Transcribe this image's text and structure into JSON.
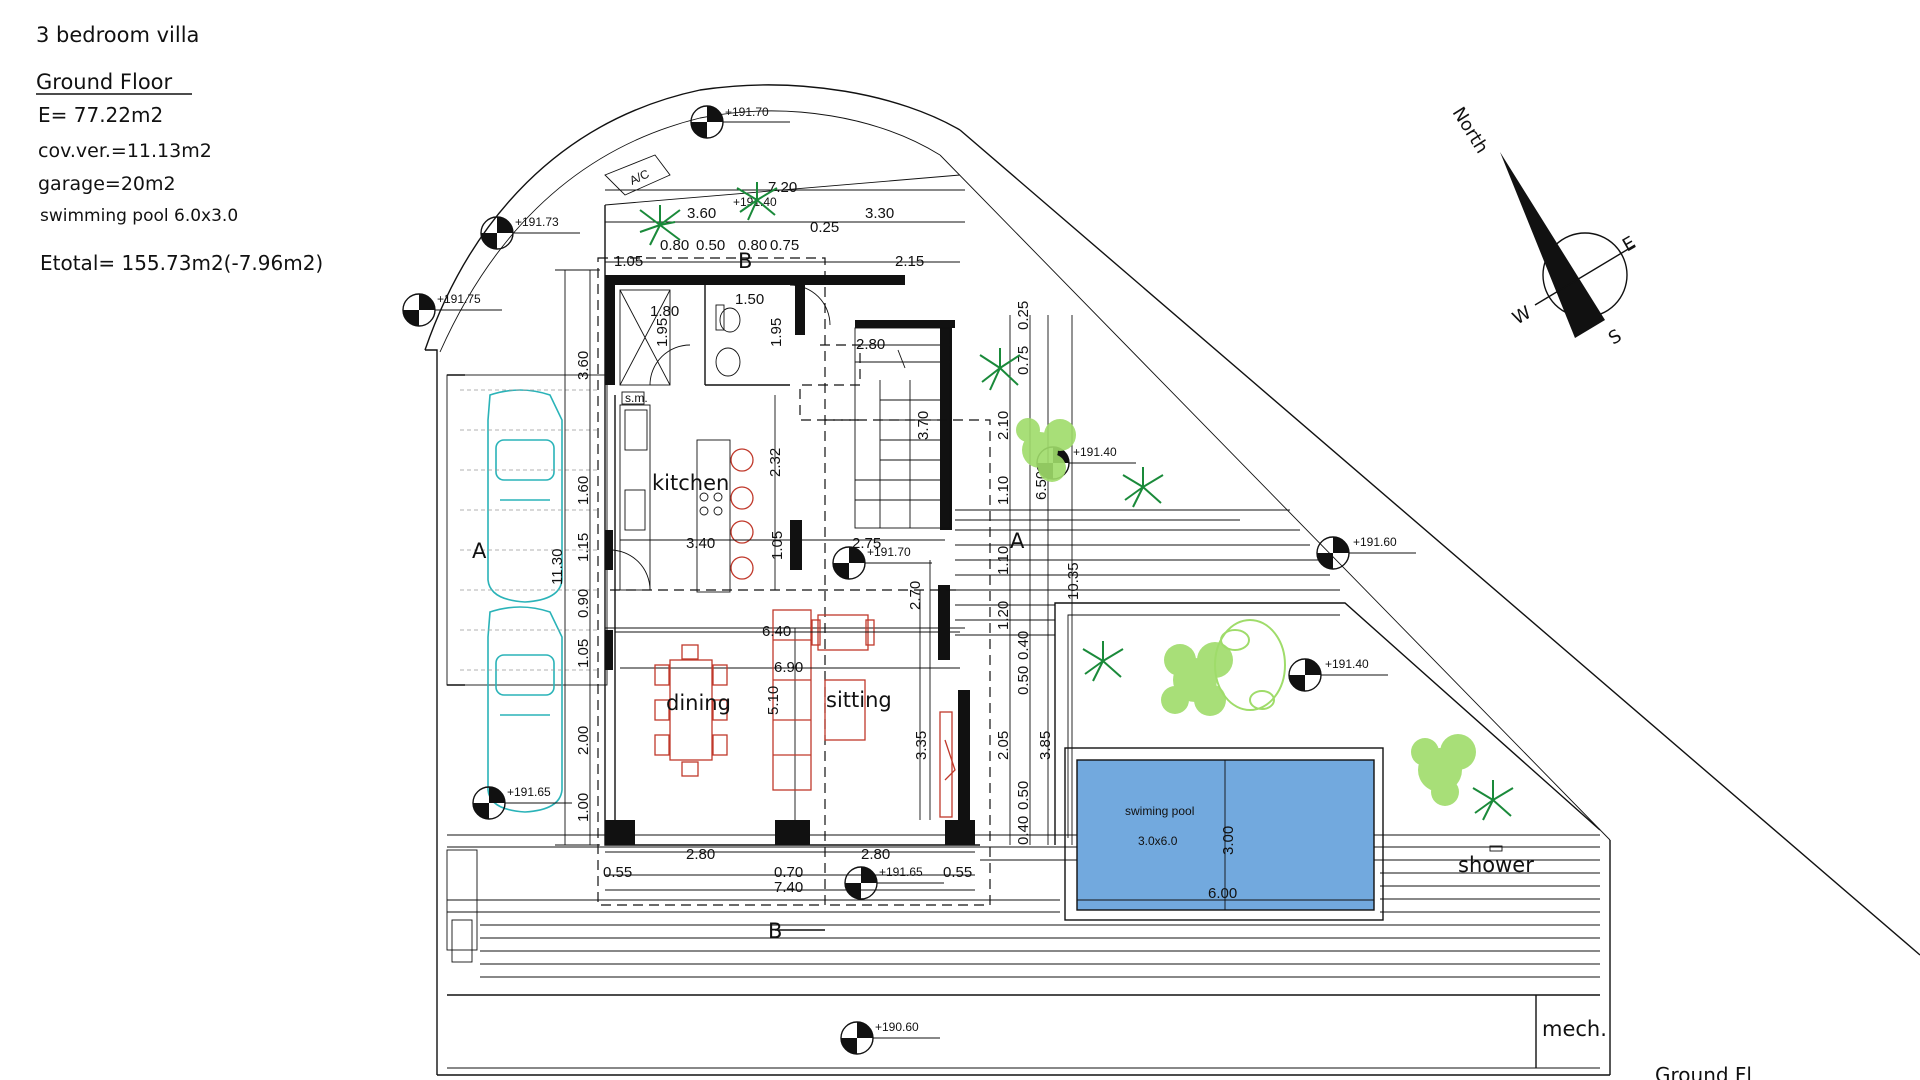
{
  "header": {
    "title": "3 bedroom villa",
    "floor": "Ground Floor",
    "area_e": "E= 77.22m2",
    "cov_ver": "cov.ver.=11.13m2",
    "garage": "garage=20m2",
    "pool": "swimming pool 6.0x3.0",
    "total": "Etotal= 155.73m2(-7.96m2)"
  },
  "rooms": {
    "kitchen": "kitchen",
    "dining": "dining",
    "sitting": "sitting",
    "pool": "swiming pool",
    "pool_size": "3.0x6.0",
    "shower": "shower",
    "mech": "mech.",
    "sm": "s.m."
  },
  "levels": [
    "+191.70",
    "+191.73",
    "+191.75",
    "+191.40",
    "+191.70",
    "+191.40",
    "+191.60",
    "+191.40",
    "+191.65",
    "+191.65",
    "+190.60"
  ],
  "compass": {
    "north": "North",
    "e": "E",
    "w": "W",
    "s": "S"
  },
  "sections": {
    "a1": "A",
    "a2": "A",
    "b1": "B",
    "b2": "B"
  },
  "dims": {
    "top": [
      "7.20",
      "3.60",
      "3.30",
      "0.25",
      "1.05",
      "0.80",
      "0.50",
      "0.80",
      "0.75",
      "2.15",
      "1.80",
      "1.50"
    ],
    "inner": [
      "1.95",
      "1.95",
      "2.80",
      "3.70",
      "2.32",
      "3.40",
      "1.05",
      "2.75",
      "2.70",
      "6.40",
      "6.90",
      "5.10",
      "3.35"
    ],
    "left": [
      "3.60",
      "1.60",
      "1.15",
      "0.90",
      "1.05",
      "2.00",
      "1.00",
      "11.30"
    ],
    "right": [
      "0.75",
      "0.25",
      "2.10",
      "1.10",
      "1.10",
      "1.20",
      "0.40",
      "0.50",
      "2.05",
      "0.50",
      "0.40",
      "6.50",
      "10.35",
      "3.85"
    ],
    "bottom": [
      "2.80",
      "2.80",
      "0.55",
      "0.70",
      "0.55",
      "7.40"
    ],
    "pool": [
      "3.00",
      "6.00"
    ]
  },
  "footer_partial": "Ground Fl"
}
